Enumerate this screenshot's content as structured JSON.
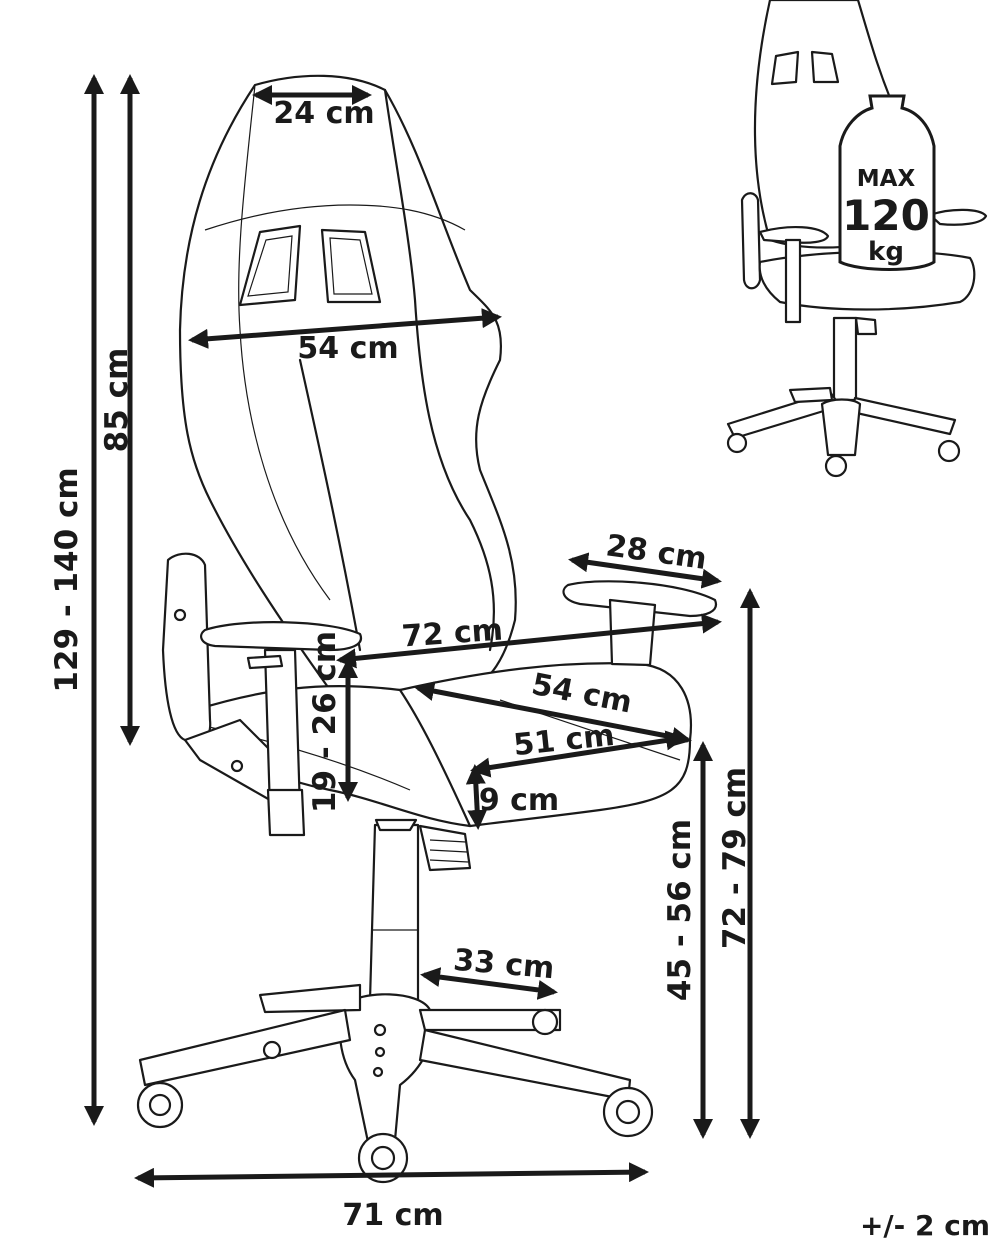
{
  "dimensions": {
    "headrest_width": "24 cm",
    "backrest_width": "54 cm",
    "backrest_height": "85 cm",
    "total_height": "129 - 140 cm",
    "armrest_length": "28 cm",
    "width_between_armrests": "72 cm",
    "armrest_height_above_seat": "19 - 26 cm",
    "seat_depth": "54 cm",
    "seat_width": "51 cm",
    "seat_thickness": "9 cm",
    "leg_length": "33 cm",
    "seat_height": "45 - 56 cm",
    "armrest_height": "72 - 79 cm",
    "base_width": "71 cm"
  },
  "max_load": {
    "label": "MAX",
    "value": "120",
    "unit": "kg"
  },
  "tolerance": "+/- 2 cm"
}
